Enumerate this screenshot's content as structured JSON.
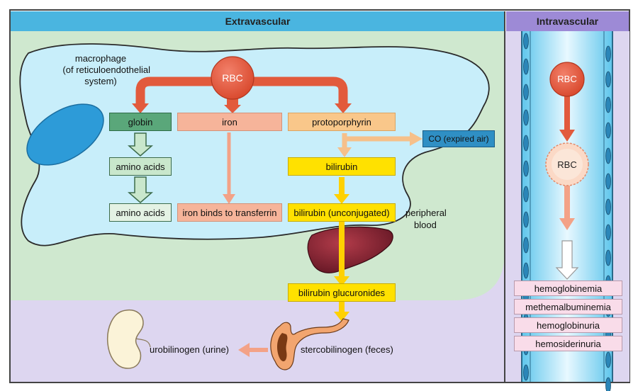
{
  "sections": {
    "extravascular": "Extravascular",
    "intravascular": "Intravascular"
  },
  "labels": {
    "macrophage": [
      "macrophage",
      "(of reticuloendothelial",
      "system)"
    ],
    "peripheral": [
      "peripheral",
      "blood"
    ]
  },
  "nodes": {
    "rbc_main": "RBC",
    "globin": "globin",
    "iron": "iron",
    "protoporphyrin": "protoporphyrin",
    "co": "CO (expired air)",
    "amino_acids_1": "amino acids",
    "amino_acids_2": "amino acids",
    "bilirubin": "bilirubin",
    "iron_transferrin": "iron binds to transferrin",
    "bilirubin_unconj": "bilirubin (unconjugated)",
    "bilirubin_gluc": "bilirubin glucuronides",
    "stercobilinogen": "stercobilinogen (feces)",
    "urobilinogen": "urobilinogen (urine)",
    "rbc_vessel": "RBC",
    "rbc_ghost": "RBC"
  },
  "intravascular_list": [
    "hemoglobinemia",
    "methemalbuminemia",
    "hemoglobinuria",
    "hemosiderinuria"
  ],
  "colors": {
    "red": "#e25a3c",
    "globin": "#5aa77a",
    "iron": "#f6b49a",
    "protoporphyrin": "#f9c78a",
    "yellow": "#ffe100",
    "co": "#2f8fc4",
    "header": "#4ab5e0",
    "intravascular_header": "#9d8ad6"
  }
}
